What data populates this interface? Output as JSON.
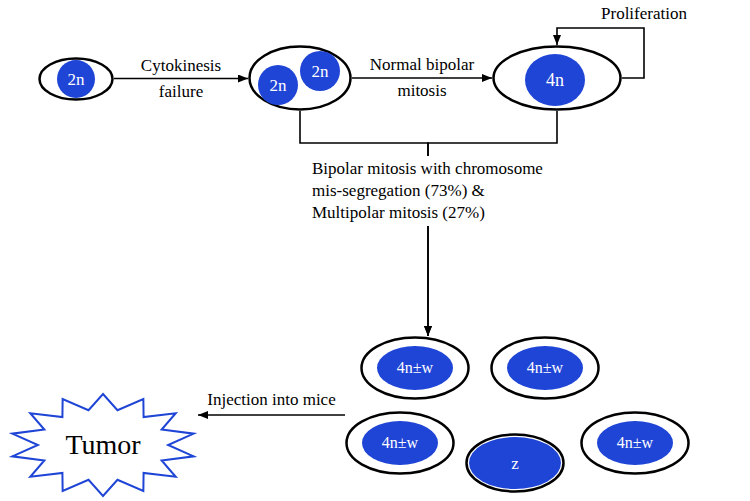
{
  "diagram": {
    "nodes": [
      {
        "text": [
          "2n"
        ]
      },
      {
        "text": [
          "2n",
          "2n"
        ]
      },
      {
        "text": [
          "4n"
        ]
      },
      {
        "text": [
          "4n±w"
        ]
      },
      {
        "text": [
          "4n±w"
        ]
      },
      {
        "text": [
          "4n±w"
        ]
      },
      {
        "text": [
          "z"
        ]
      },
      {
        "text": [
          "4n±w"
        ]
      },
      {
        "text": [
          "Tumor"
        ]
      }
    ],
    "edges": [
      {
        "from": 0,
        "to": 1,
        "label": "Cytokinesis failure",
        "arrow": "to"
      },
      {
        "from": 1,
        "to": 2,
        "label": "Normal bipolar mitosis",
        "arrow": "to"
      },
      {
        "from": 2,
        "to": 2,
        "label": "Proliferation",
        "arrow": "to"
      },
      {
        "from": 1,
        "to": 3,
        "label": "Bipolar mitosis with chromosome mis-segregation (73%) & Multipolar mitosis (27%)",
        "arrow": "to"
      },
      {
        "from": 2,
        "to": 3,
        "arrow": "to"
      },
      {
        "from": 5,
        "to": 8,
        "label": "Injection into mice",
        "arrow": "to"
      }
    ]
  }
}
